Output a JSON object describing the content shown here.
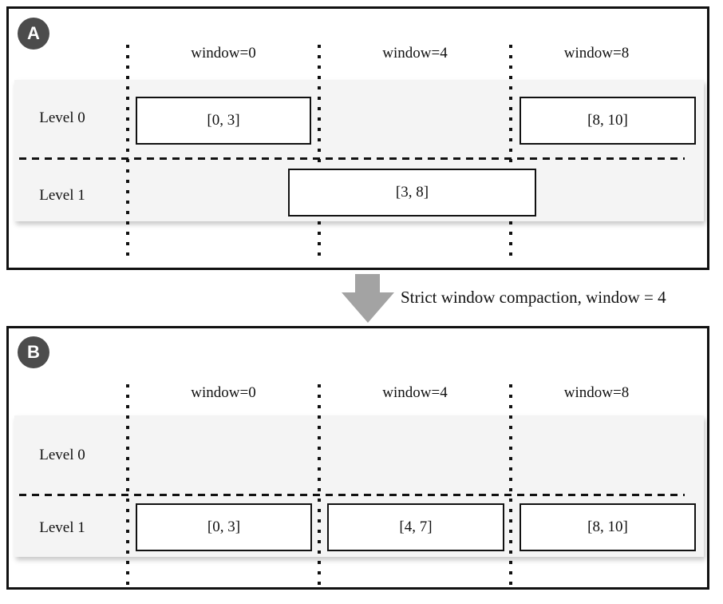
{
  "figure_title": "strict-window-compaction-diagram",
  "colors": {
    "panel_border": "#111111",
    "row_band": "#f4f4f4",
    "badge_bg": "#4c4c4c",
    "badge_text": "#ffffff",
    "arrow": "#a3a3a3",
    "sstable_bg": "#ffffff",
    "line": "#111111"
  },
  "transition": {
    "arrow_icon": "down-arrow-icon",
    "label": "Strict window compaction, window = 4"
  },
  "panel_a": {
    "badge": "A",
    "column_headers": [
      "window=0",
      "window=4",
      "window=8"
    ],
    "row_labels": [
      "Level 0",
      "Level 1"
    ],
    "sstables": [
      {
        "label": "[0, 3]",
        "level": "Level 0",
        "window": "window=0"
      },
      {
        "label": "[8, 10]",
        "level": "Level 0",
        "window": "window=8"
      },
      {
        "label": "[3, 8]",
        "level": "Level 1",
        "window": "spans window=0 through window=8"
      }
    ]
  },
  "panel_b": {
    "badge": "B",
    "column_headers": [
      "window=0",
      "window=4",
      "window=8"
    ],
    "row_labels": [
      "Level 0",
      "Level 1"
    ],
    "sstables": [
      {
        "label": "[0, 3]",
        "level": "Level 1",
        "window": "window=0"
      },
      {
        "label": "[4, 7]",
        "level": "Level 1",
        "window": "window=4"
      },
      {
        "label": "[8, 10]",
        "level": "Level 1",
        "window": "window=8"
      }
    ]
  }
}
